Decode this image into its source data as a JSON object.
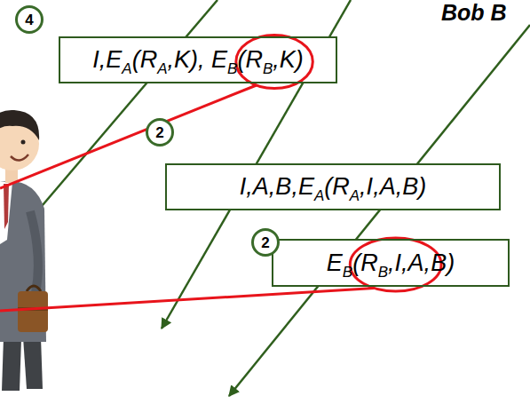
{
  "diagram": {
    "nodes": [
      {
        "text": [
          "I,EA(RA,K), EB(RB,K)"
        ]
      },
      {
        "text": [
          "I,A,B,EA(RA,I,A,B)"
        ]
      },
      {
        "text": [
          "EB(RB,I,A,B)"
        ]
      }
    ],
    "labels": [
      "Bob B",
      "4",
      "2",
      "2"
    ]
  }
}
